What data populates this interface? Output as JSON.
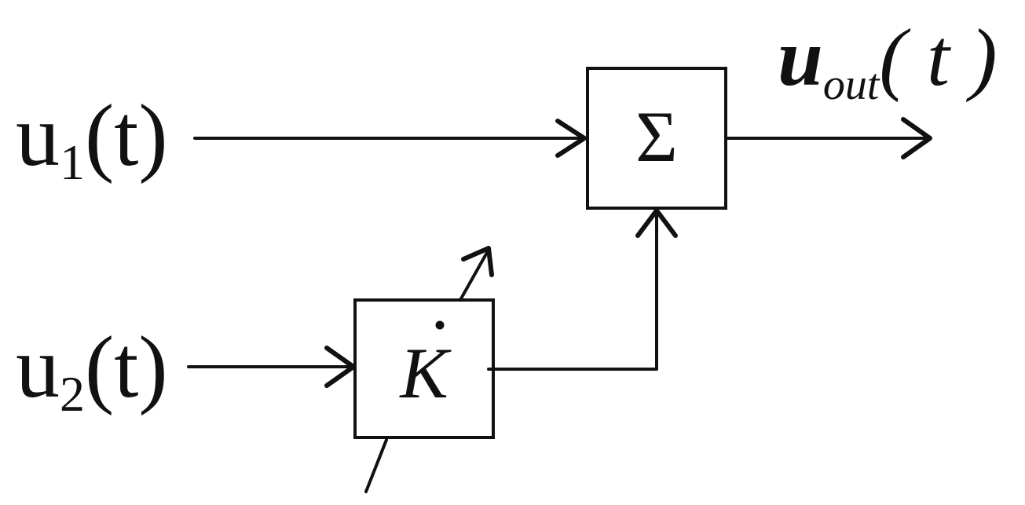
{
  "inputs": {
    "u1": {
      "base": "u",
      "sub": "1",
      "arg": "(t)"
    },
    "u2": {
      "base": "u",
      "sub": "2",
      "arg": "(t)"
    }
  },
  "output": {
    "base": "u",
    "sub": "out",
    "arg": "( t )"
  },
  "blocks": {
    "sum": {
      "symbol": "Σ"
    },
    "gain": {
      "symbol": "K"
    }
  }
}
